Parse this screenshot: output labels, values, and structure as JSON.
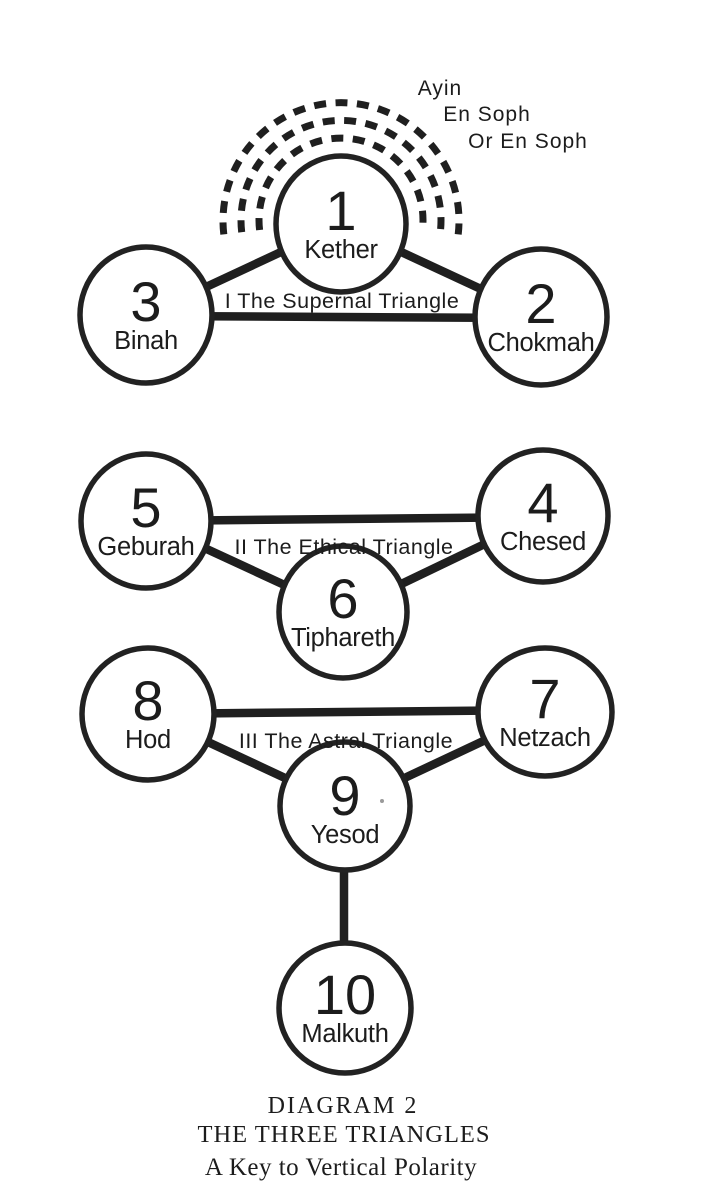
{
  "colors": {
    "ink": "#1f1f1f",
    "background": "#ffffff"
  },
  "veils": {
    "labels": [
      "Ayin",
      "En Soph",
      "Or En Soph"
    ]
  },
  "sephirot": [
    {
      "number": "1",
      "name": "Kether"
    },
    {
      "number": "2",
      "name": "Chokmah"
    },
    {
      "number": "3",
      "name": "Binah"
    },
    {
      "number": "4",
      "name": "Chesed"
    },
    {
      "number": "5",
      "name": "Geburah"
    },
    {
      "number": "6",
      "name": "Tiphareth"
    },
    {
      "number": "7",
      "name": "Netzach"
    },
    {
      "number": "8",
      "name": "Hod"
    },
    {
      "number": "9",
      "name": "Yesod"
    },
    {
      "number": "10",
      "name": "Malkuth"
    }
  ],
  "triangles": [
    {
      "label": "I The Supernal Triangle"
    },
    {
      "label": "II The Ethical Triangle"
    },
    {
      "label": "III The Astral Triangle"
    }
  ],
  "caption": {
    "line1": "DIAGRAM 2",
    "line2": "THE THREE TRIANGLES",
    "line3": "A Key to Vertical Polarity"
  }
}
